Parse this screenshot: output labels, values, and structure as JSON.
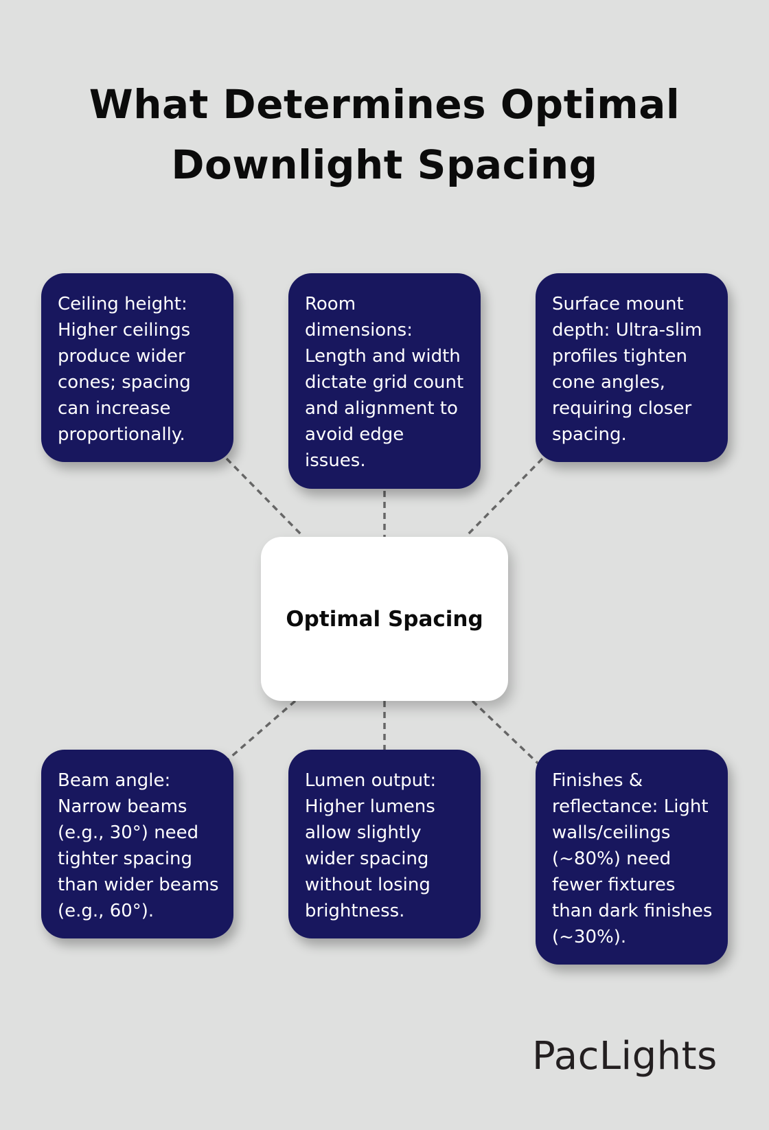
{
  "title": {
    "line1": "What Determines Optimal",
    "line2": "Downlight Spacing"
  },
  "center": {
    "label": "Optimal Spacing"
  },
  "factors": [
    {
      "text": "Ceiling height: Higher ceilings produce wider cones; spacing can increase proportionally."
    },
    {
      "text": "Room dimensions: Length and width dictate grid count and alignment to avoid edge issues."
    },
    {
      "text": "Surface mount depth: Ultra-slim profiles tighten cone angles, requiring closer spacing."
    },
    {
      "text": "Beam angle: Narrow beams (e.g., 30°) need tighter spacing than wider beams (e.g., 60°)."
    },
    {
      "text": "Lumen output: Higher lumens allow slightly wider spacing without losing brightness."
    },
    {
      "text": "Finishes & reflectance: Light walls/ceilings (~80%) need fewer fixtures than dark finishes (~30%)."
    }
  ],
  "brand": {
    "logo": "PacLights"
  },
  "colors": {
    "card": "#18175e",
    "background": "#dfe0df",
    "connector": "#666666"
  }
}
